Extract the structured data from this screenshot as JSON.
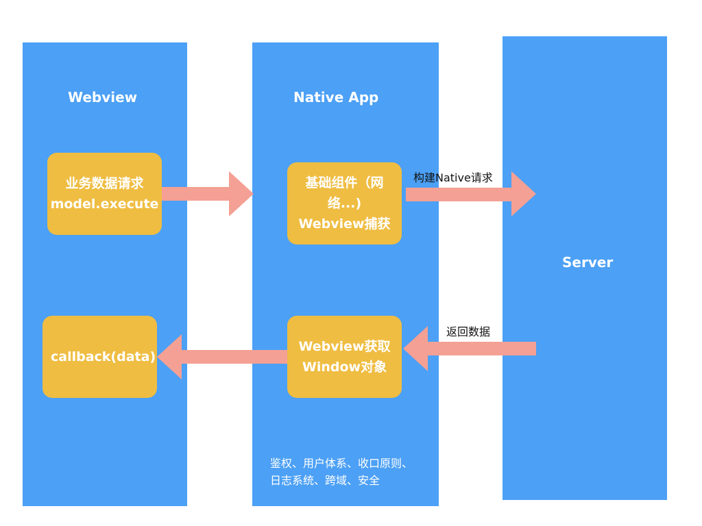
{
  "columns": {
    "webview": {
      "title": "Webview"
    },
    "native": {
      "title": "Native App"
    },
    "server": {
      "title": "Server"
    }
  },
  "boxes": {
    "request": {
      "lines": [
        "业务数据请求",
        "model.execute"
      ]
    },
    "capture": {
      "lines": [
        "基础组件（网",
        "络...)",
        "Webview捕获"
      ]
    },
    "window": {
      "lines": [
        "Webview获取",
        "Window对象"
      ]
    },
    "callback": {
      "lines": [
        "callback(data)"
      ]
    }
  },
  "arrows": {
    "build_label": "构建Native请求",
    "return_label": "返回数据"
  },
  "native_note": {
    "lines": [
      "鉴权、用户体系、收口原则、",
      "日志系统、跨域、安全"
    ]
  },
  "colors": {
    "column": "#4ca0f5",
    "box": "#efbd42",
    "arrow": "#f4a094",
    "text_on_fill": "#ffffff"
  }
}
